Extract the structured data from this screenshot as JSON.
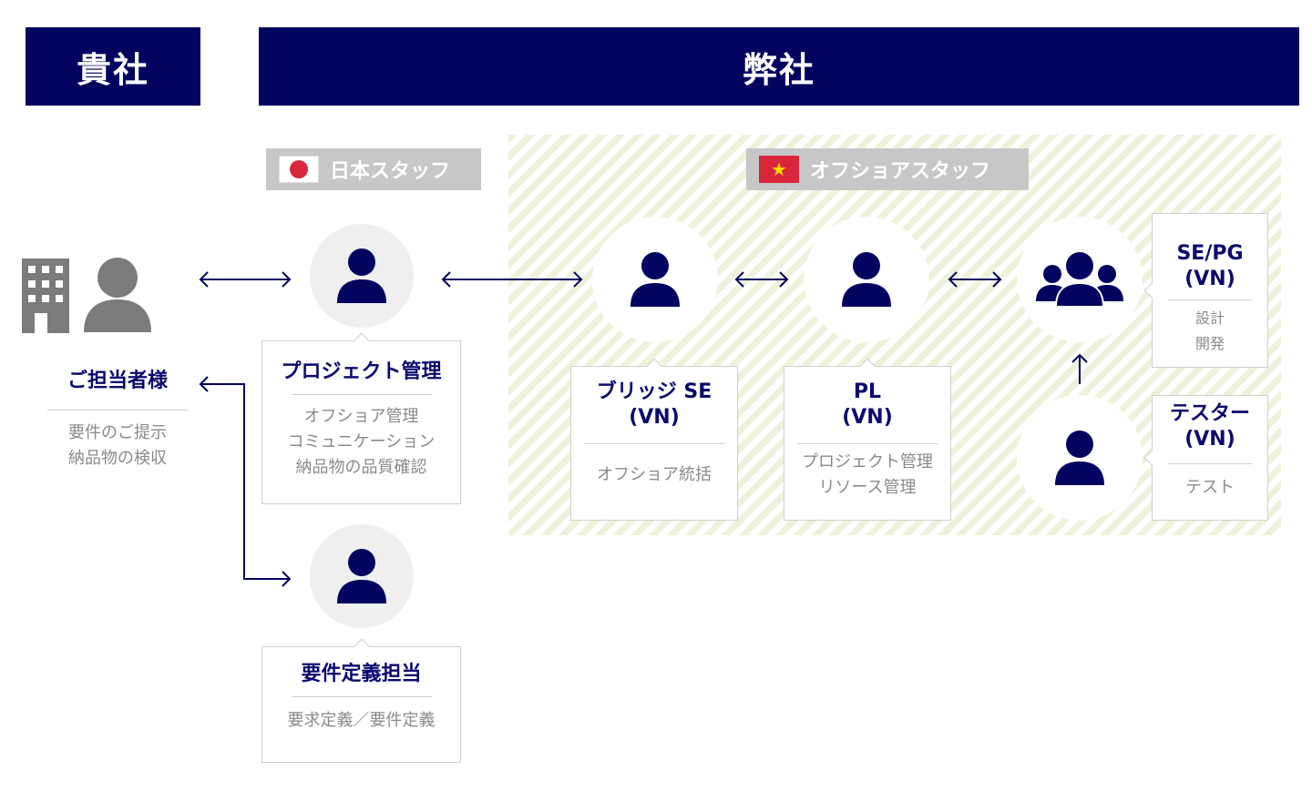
{
  "headers": {
    "client": "貴社",
    "company": "弊社"
  },
  "labels": {
    "japan_staff": "日本スタッフ",
    "offshore_staff": "オフショアスタッフ"
  },
  "client": {
    "name": "ご担当者様",
    "desc": [
      "要件のご提示",
      "納品物の検収"
    ]
  },
  "roles": {
    "pm": {
      "title": "プロジェクト管理",
      "desc": [
        "オフショア管理",
        "コミュニケーション",
        "納品物の品質確認"
      ]
    },
    "req": {
      "title": "要件定義担当",
      "desc": [
        "要求定義／要件定義"
      ]
    },
    "bridge": {
      "title": [
        "ブリッジ SE",
        "(VN)"
      ],
      "desc": [
        "オフショア統括"
      ]
    },
    "pl": {
      "title": [
        "PL",
        "(VN)"
      ],
      "desc": [
        "プロジェクト管理",
        "リソース管理"
      ]
    },
    "sepg": {
      "title": [
        "SE/PG",
        "(VN)"
      ],
      "desc": [
        "設計",
        "開発"
      ]
    },
    "tester": {
      "title": [
        "テスター",
        "(VN)"
      ],
      "desc": [
        "テスト"
      ]
    }
  },
  "colors": {
    "navy": "#03045f",
    "icon_navy": "#03045f",
    "gray_text": "#8a8a8a",
    "client_gray": "#7b7b7b",
    "flag_red": "#d9263a",
    "flag_star": "#ffdb00"
  },
  "icons": [
    "building-icon",
    "person-icon",
    "group-icon",
    "japan-flag-icon",
    "vietnam-flag-icon",
    "double-arrow-icon",
    "arrow-up-icon"
  ]
}
